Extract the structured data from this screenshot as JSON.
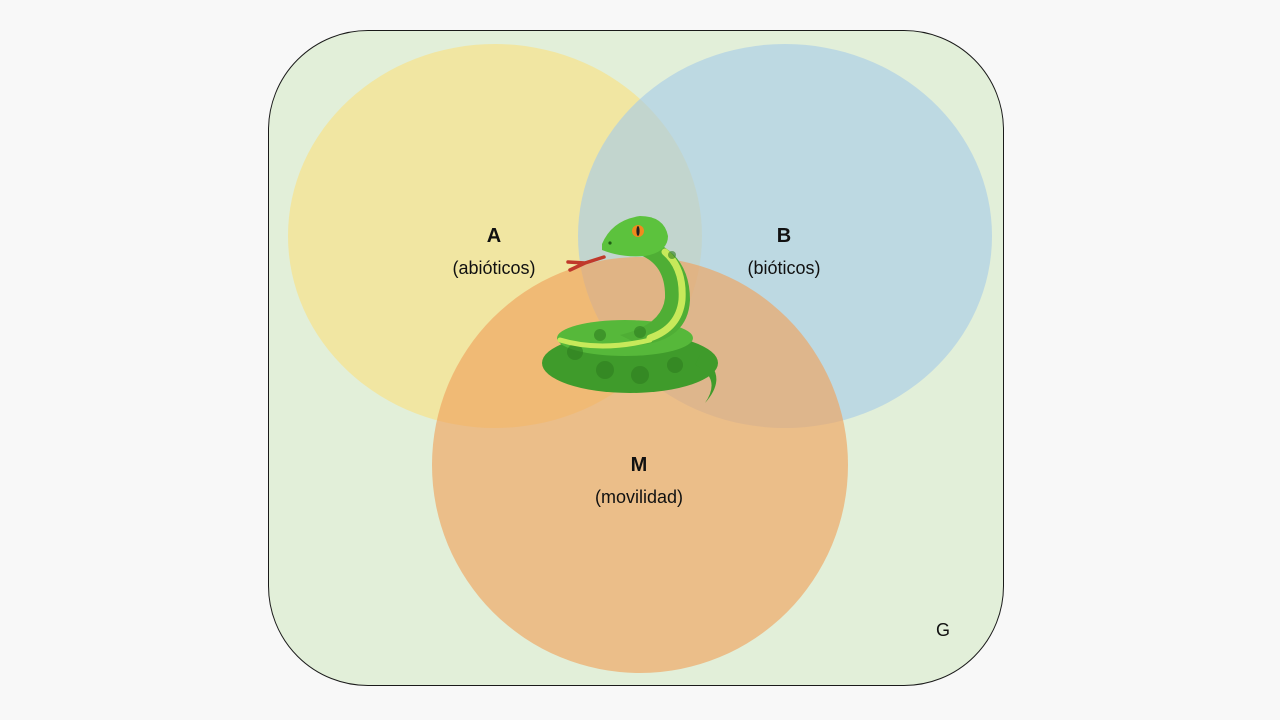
{
  "diagram": {
    "universe_label": "G",
    "colors": {
      "universe": "#e2efd9",
      "set_a": "#f6e38f",
      "set_b": "#a9cce6",
      "set_m": "#f0a35e"
    },
    "sets": [
      {
        "letter": "A",
        "description": "(abióticos)"
      },
      {
        "letter": "B",
        "description": "(bióticos)"
      },
      {
        "letter": "M",
        "description": "(movilidad)"
      }
    ],
    "center_icon": "snake-icon"
  }
}
